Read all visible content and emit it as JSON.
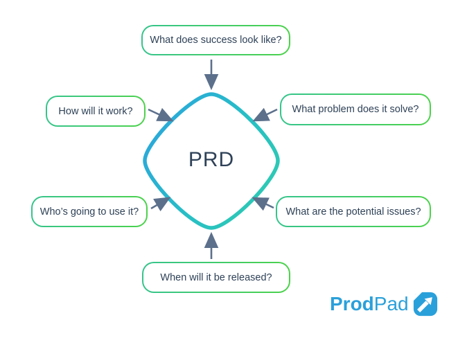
{
  "diagram": {
    "center_label": "PRD",
    "nodes": [
      {
        "id": "success",
        "label": "What does success look like?"
      },
      {
        "id": "how",
        "label": "How will it work?"
      },
      {
        "id": "problem",
        "label": "What problem does it solve?"
      },
      {
        "id": "who",
        "label": "Who’s going to use it?"
      },
      {
        "id": "issues",
        "label": "What are the potential issues?"
      },
      {
        "id": "when",
        "label": "When will it be released?"
      }
    ]
  },
  "branding": {
    "logo_bold": "Prod",
    "logo_light": "Pad"
  },
  "colors": {
    "diamond_gradient_start": "#2BA6DC",
    "diamond_gradient_end": "#2FCBB1",
    "box_border_gradient_start": "#35C48D",
    "box_border_gradient_end": "#4CD24A",
    "arrow": "#5C708C",
    "text": "#2E4157",
    "logo_blue": "#2AA0DA",
    "background": "#FFFFFF"
  }
}
